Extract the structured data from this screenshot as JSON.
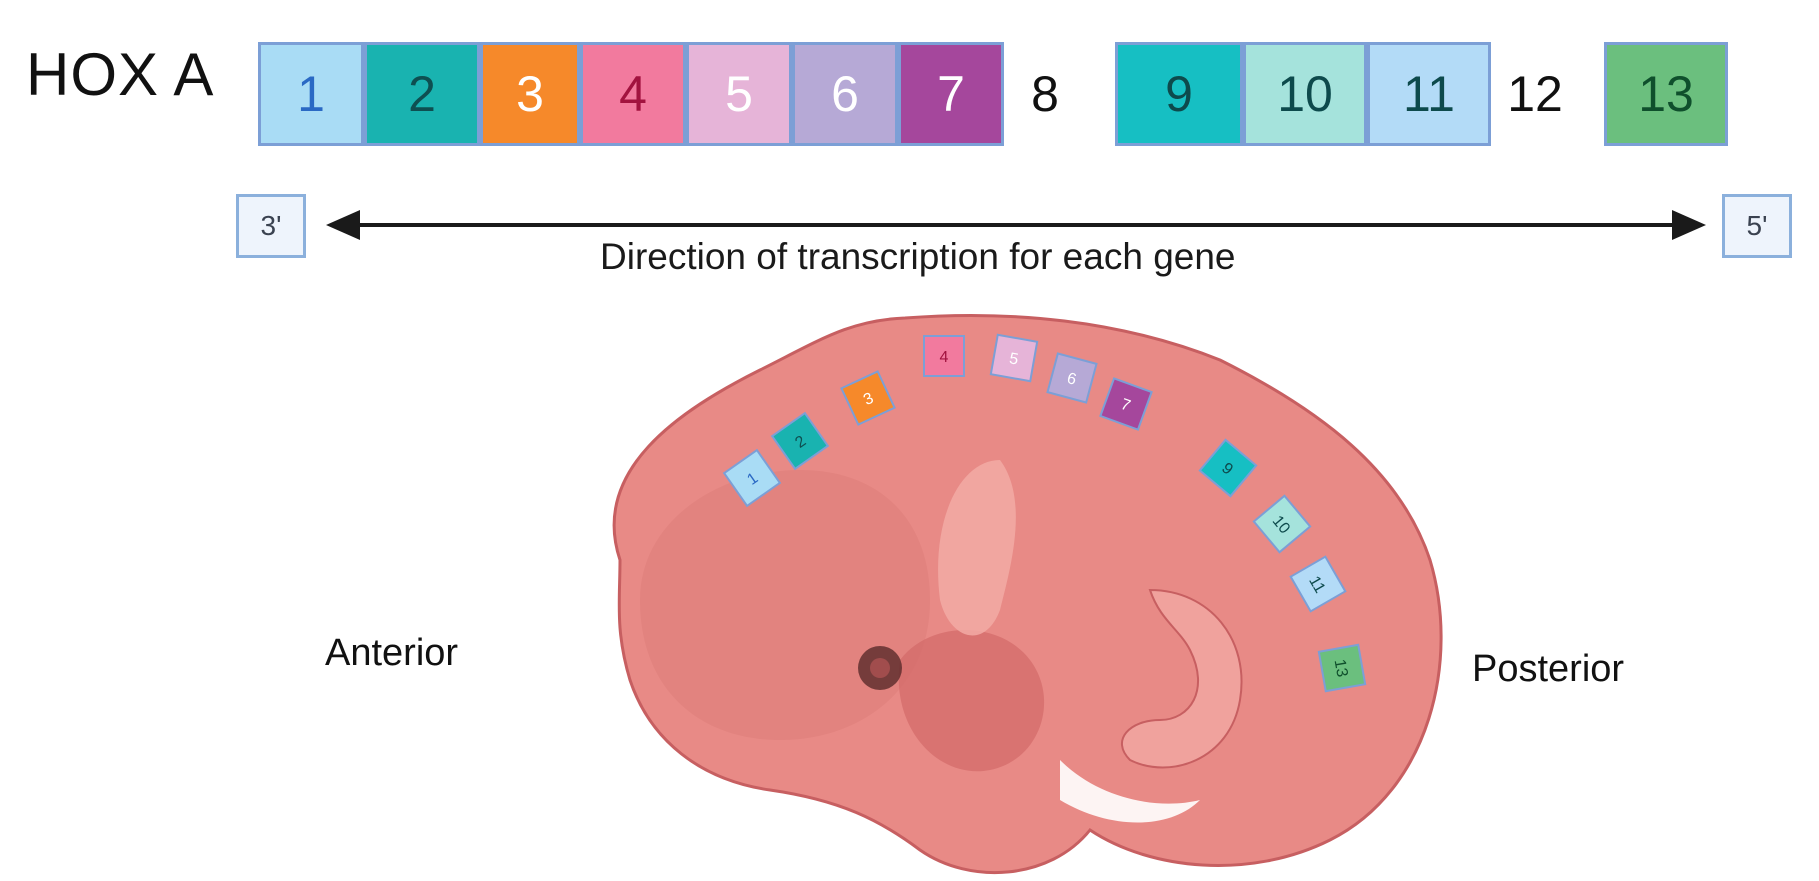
{
  "cluster_label": "HOX A",
  "genes": [
    {
      "label": "1",
      "present": true,
      "fill": "#a9dcf5",
      "text": "#2a69c4"
    },
    {
      "label": "2",
      "present": true,
      "fill": "#19b3b0",
      "text": "#0e4f51"
    },
    {
      "label": "3",
      "present": true,
      "fill": "#f6892a",
      "text": "#ffffff"
    },
    {
      "label": "4",
      "present": true,
      "fill": "#f27a9e",
      "text": "#a2133f"
    },
    {
      "label": "5",
      "present": true,
      "fill": "#e6b4d8",
      "text": "#ffffff"
    },
    {
      "label": "6",
      "present": true,
      "fill": "#b6a9d6",
      "text": "#ffffff"
    },
    {
      "label": "7",
      "present": true,
      "fill": "#a5479c",
      "text": "#ffffff"
    },
    {
      "label": "8",
      "present": false,
      "fill": "#ffffff",
      "text": "#111111"
    },
    {
      "label": "9",
      "present": true,
      "fill": "#16bfc3",
      "text": "#0d4a4c"
    },
    {
      "label": "10",
      "present": true,
      "fill": "#a5e3dc",
      "text": "#0d4a4c"
    },
    {
      "label": "11",
      "present": true,
      "fill": "#b3dbf7",
      "text": "#0d4a4c"
    },
    {
      "label": "12",
      "present": false,
      "fill": "#ffffff",
      "text": "#111111"
    },
    {
      "label": "13",
      "present": true,
      "fill": "#6bbf7e",
      "text": "#0f4f2c"
    }
  ],
  "axis": {
    "left_end": "3'",
    "right_end": "5'",
    "caption": "Direction of transcription for each gene"
  },
  "anterior_label": "Anterior",
  "posterior_label": "Posterior",
  "colors": {
    "embryo_body": "#e88a86",
    "embryo_dark": "#d56d6c",
    "embryo_light": "#f2aaa4",
    "embryo_outline": "#c75f61",
    "arrow": "#1a1a1a"
  },
  "embryo_markers": [
    {
      "label": "1",
      "gene": "1"
    },
    {
      "label": "2",
      "gene": "2"
    },
    {
      "label": "3",
      "gene": "3"
    },
    {
      "label": "4",
      "gene": "4"
    },
    {
      "label": "5",
      "gene": "5"
    },
    {
      "label": "6",
      "gene": "6"
    },
    {
      "label": "7",
      "gene": "7"
    },
    {
      "label": "9",
      "gene": "9"
    },
    {
      "label": "10",
      "gene": "10"
    },
    {
      "label": "11",
      "gene": "11"
    },
    {
      "label": "13",
      "gene": "13"
    }
  ]
}
